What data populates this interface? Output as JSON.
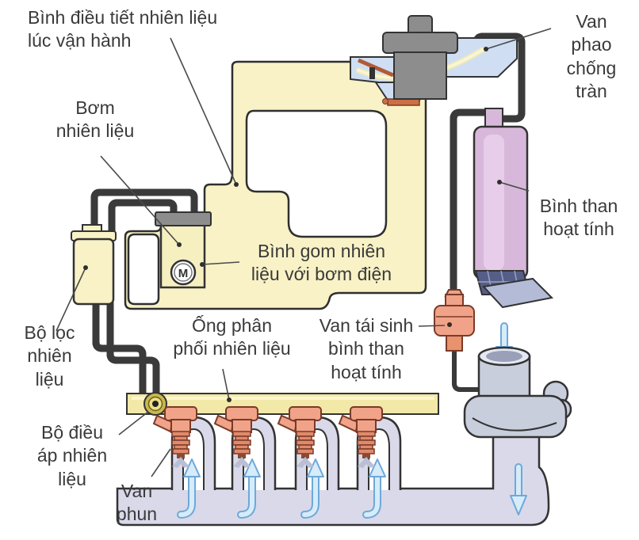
{
  "diagram": {
    "labels": {
      "regulator": "Bình điều tiết nhiên liệu\nlúc vận hành",
      "float_valve": "Van\nphao\nchống\ntràn",
      "fuel_pump": "Bơm\nnhiên liệu",
      "charcoal_canister": "Bình than\nhoạt tính",
      "fuel_tank": "Bình gom nhiên\nliệu với bơm điện",
      "fuel_filter": "Bộ lọc\nnhiên\nliệu",
      "fuel_rail": "Ống phân\nphối nhiên liệu",
      "regen_valve": "Van tái sinh\nbình than\nhoạt tính",
      "pressure_regulator": "Bộ điều\náp nhiên\nliệu",
      "injector": "Van\nphun",
      "motor": "M"
    },
    "colors": {
      "tank_fill": "#f8f2c6",
      "pipe_fill": "#f0ecc2",
      "float_chamber_blue": "#cfdef2",
      "canister_purple": "#d8b8da",
      "valve_salmon": "#f0a388",
      "manifold_gray": "#d9d9ea",
      "throttle_gray": "#c9cedd",
      "air_arrow_blue": "#d6ecfa",
      "cap_gray": "#8d8d8d",
      "text": "#3a3a3a"
    }
  }
}
